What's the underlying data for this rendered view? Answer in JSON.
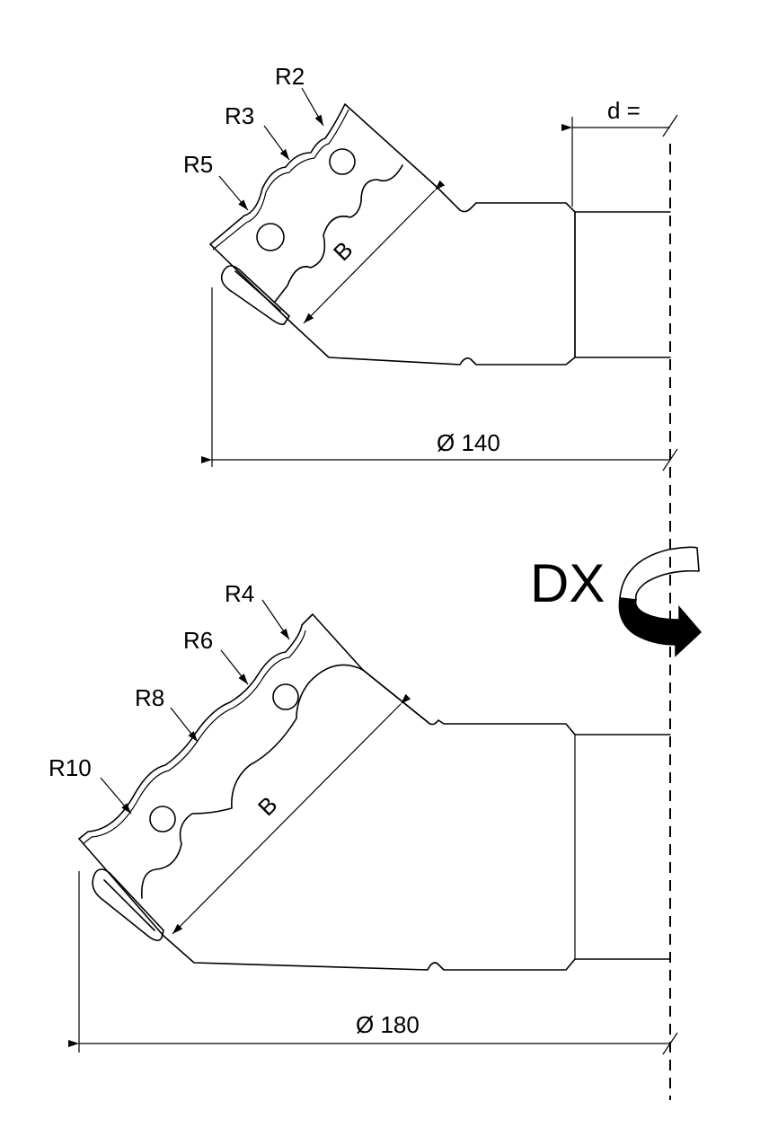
{
  "top_tool": {
    "radius_labels": [
      "R2",
      "R3",
      "R5"
    ],
    "width_label": "B",
    "diameter_label": "Ø 140",
    "d_label": "d ="
  },
  "bottom_tool": {
    "radius_labels": [
      "R4",
      "R6",
      "R8",
      "R10"
    ],
    "width_label": "B",
    "diameter_label": "Ø 180"
  },
  "rotation": {
    "label": "DX",
    "icon": "rotation-arrow-icon"
  }
}
